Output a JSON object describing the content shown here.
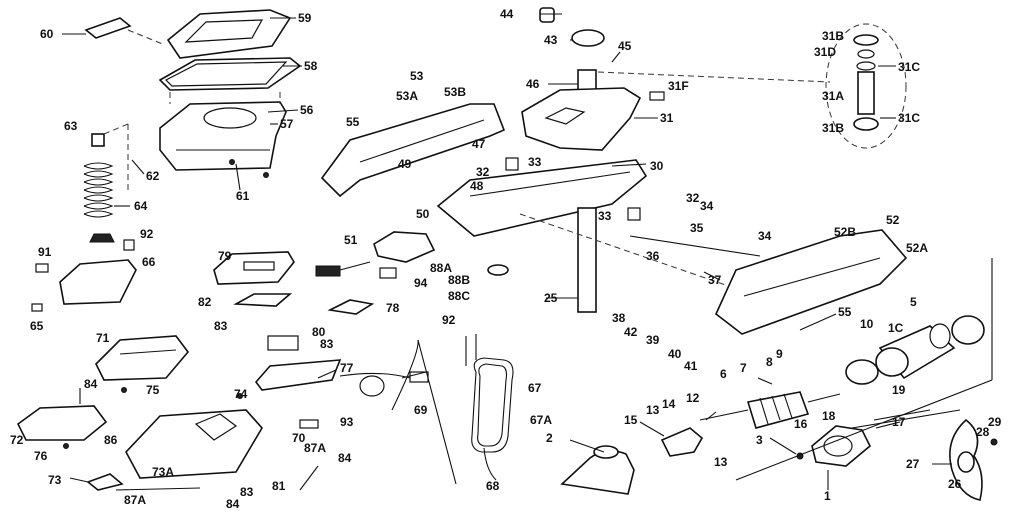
{
  "labels": {
    "p60": "60",
    "p59": "59",
    "p58": "58",
    "p56": "56",
    "p57": "57",
    "p63": "63",
    "p62": "62",
    "p61": "61",
    "p64": "64",
    "p92a": "92",
    "p66": "66",
    "p91": "91",
    "p65": "65",
    "p44": "44",
    "p43": "43",
    "p45": "45",
    "p46": "46",
    "p31f": "31F",
    "p31": "31",
    "p31b1": "31B",
    "p31d": "31D",
    "p31c1": "31C",
    "p31a": "31A",
    "p31b2": "31B",
    "p31c2": "31C",
    "p53": "53",
    "p53b": "53B",
    "p53a": "53A",
    "p55a": "55",
    "p49": "49",
    "p47": "47",
    "p33a": "33",
    "p32a": "32",
    "p48": "48",
    "p30": "30",
    "p50": "50",
    "p32b": "32",
    "p34a": "34",
    "p33b": "33",
    "p35": "35",
    "p34b": "34",
    "p36": "36",
    "p37": "37",
    "p52b": "52B",
    "p52": "52",
    "p52a": "52A",
    "p51": "51",
    "p88a": "88A",
    "p88b": "88B",
    "p88c": "88C",
    "p94": "94",
    "p25": "25",
    "p79": "79",
    "p82": "82",
    "p78": "78",
    "p38": "38",
    "p42": "42",
    "p39": "39",
    "p40": "40",
    "p41": "41",
    "p55b": "55",
    "p10": "10",
    "p1c": "1C",
    "p5": "5",
    "p83a": "83",
    "p80": "80",
    "p83b": "83",
    "p71": "71",
    "p77": "77",
    "p75": "75",
    "p74": "74",
    "p84a": "84",
    "p92b": "92",
    "p67": "67",
    "p67a": "67A",
    "p69": "69",
    "p72": "72",
    "p86": "86",
    "p76": "76",
    "p93": "93",
    "p70": "70",
    "p87a1": "87A",
    "p84b": "84",
    "p73a": "73A",
    "p73": "73",
    "p87a2": "87A",
    "p83c": "83",
    "p81": "81",
    "p84c": "84",
    "p68": "68",
    "p2": "2",
    "p15": "15",
    "p13a": "13",
    "p14": "14",
    "p12": "12",
    "p13b": "13",
    "p6": "6",
    "p7": "7",
    "p9": "9",
    "p8": "8",
    "p19": "19",
    "p18": "18",
    "p17": "17",
    "p16": "16",
    "p3": "3",
    "p1": "1",
    "p29": "29",
    "p28": "28",
    "p27": "27",
    "p26": "26"
  },
  "icons": {
    "motor_cover": "motor-cover-icon",
    "propeller": "propeller-icon",
    "spring": "spring-icon",
    "foot_pedal": "foot-pedal-icon"
  }
}
